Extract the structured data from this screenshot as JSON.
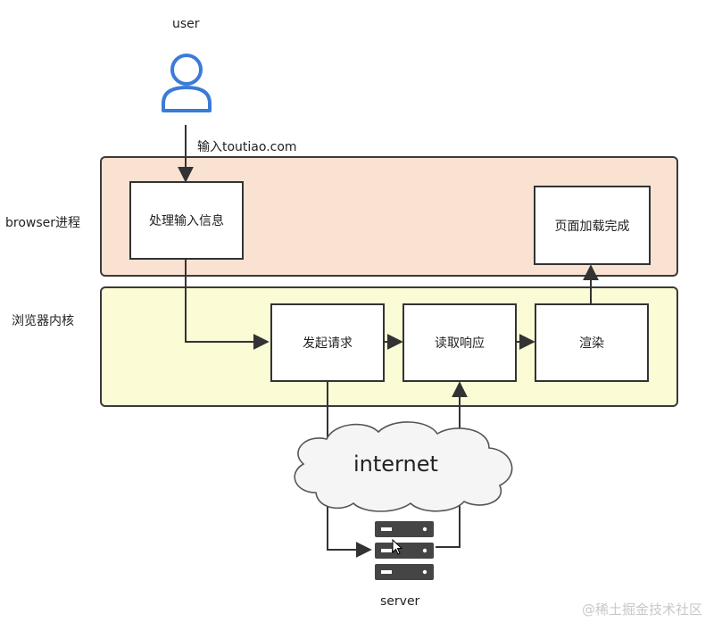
{
  "user": {
    "label": "user",
    "icon": "user-icon",
    "icon_color": "#3b7bd8"
  },
  "input_edge": {
    "label": "输入toutiao.com"
  },
  "lanes": {
    "browser": {
      "label": "browser进程",
      "color": "#f9e2d2"
    },
    "kernel": {
      "label": "浏览器内核",
      "color": "#fbfbd6"
    }
  },
  "nodes": {
    "process_input": "处理输入信息",
    "page_loaded": "页面加载完成",
    "send_request": "发起请求",
    "read_response": "读取响应",
    "render": "渲染"
  },
  "cloud": {
    "label": "internet",
    "icon": "cloud-icon"
  },
  "server": {
    "label": "server",
    "icon": "server-icon"
  },
  "watermark": "@稀土掘金技术社区"
}
